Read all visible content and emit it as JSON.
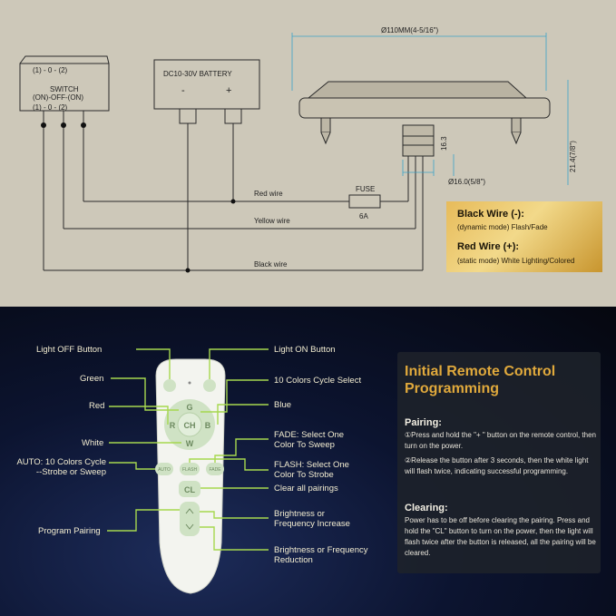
{
  "wiring": {
    "switch_top": "(1)  -  0  -  (2)",
    "switch_name": "SWITCH",
    "switch_mode": "(ON)-OFF-(ON)",
    "switch_bottom": "(1)  -  0  -  (2)",
    "battery_label": "DC10-30V BATTERY",
    "battery_minus": "-",
    "battery_plus": "+",
    "red_wire": "Red wire",
    "yellow_wire": "Yellow wire",
    "black_wire": "Black wire",
    "fuse_label": "FUSE",
    "fuse_rating": "6A",
    "dim_diameter": "Ø110MM(4-5/16\")",
    "dim_height1": "16.3",
    "dim_height2": "21.4(7/8\")",
    "dim_stem": "Ø16.0(5/8\")"
  },
  "legend": {
    "black_title": "Black Wire (-):",
    "black_desc": "(dynamic mode) Flash/Fade",
    "red_title": "Red Wire (+):",
    "red_desc": "(static mode) White Lighting/Colored"
  },
  "remote_labels": {
    "light_off": "Light OFF Button",
    "light_on": "Light ON Button",
    "green": "Green",
    "ten_colors": "10 Colors Cycle Select",
    "red": "Red",
    "blue": "Blue",
    "white": "White",
    "fade": "FADE: Select One\nColor To Sweep",
    "auto": "AUTO: 10 Colors Cycle\n--Strobe or Sweep",
    "flash": "FLASH: Select One\nColor To Strobe",
    "clear": "Clear all pairings",
    "program": "Program Pairing",
    "bright_up": "Brightness or\nFrequency Increase",
    "bright_down": "Brightness or Frequency\nReduction"
  },
  "remote_buttons": {
    "g": "G",
    "r": "R",
    "ch": "CH",
    "b": "B",
    "w": "W",
    "auto": "AUTO",
    "flash": "FLASH",
    "fade": "FADE",
    "cl": "CL"
  },
  "programming": {
    "title": "Initial Remote Control Programming",
    "pairing_head": "Pairing:",
    "pairing_step1": "①Press and hold the \"+ \" button on the remote control, then turn on the power.",
    "pairing_step2": "②Release the button after 3 seconds, then the white light will flash twice, indicating successful programming.",
    "clearing_head": "Clearing:",
    "clearing_text": "Power has to be off before clearing the pairing. Press and hold the \"CL\" button to turn on the power, then the light will flash twice after the button is released, all the pairing will be cleared."
  }
}
